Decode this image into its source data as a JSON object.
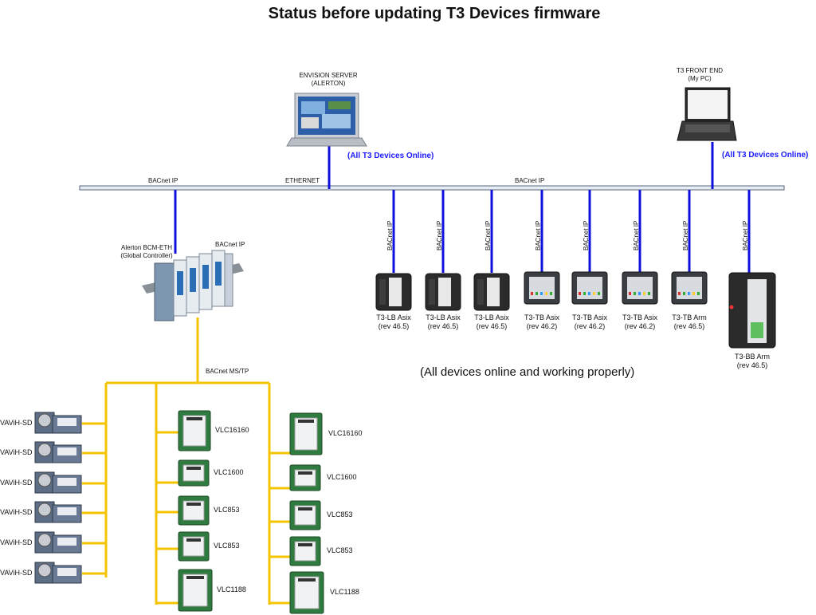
{
  "title": "Status before updating  T3 Devices firmware",
  "server": {
    "line1": "ENVISION SERVER",
    "line2": "(ALERTON)",
    "status": "(All T3 Devices Online)"
  },
  "frontend": {
    "line1": "T3 FRONT END",
    "line2": "(My PC)",
    "status": "(All T3 Devices Online)"
  },
  "backbone": {
    "left_label": "BACnet IP",
    "mid_label": "ETHERNET",
    "right_label": "BACnet IP"
  },
  "controller": {
    "line1": "Alerton BCM-ETH",
    "line2": "(Global Controller)",
    "net_label": "BACnet IP",
    "mstp_label": "BACnet MS/TP"
  },
  "t3_link_label": "BACnet IP",
  "t3_devices": [
    {
      "name": "T3-LB Asix",
      "rev": "(rev 46.5)"
    },
    {
      "name": "T3-LB Asix",
      "rev": "(rev 46.5)"
    },
    {
      "name": "T3-LB Asix",
      "rev": "(rev 46.5)"
    },
    {
      "name": "T3-TB Asix",
      "rev": "(rev 46.2)"
    },
    {
      "name": "T3-TB Asix",
      "rev": "(rev 46.2)"
    },
    {
      "name": "T3-TB Asix",
      "rev": "(rev 46.2)"
    },
    {
      "name": "T3-TB Arm",
      "rev": "(rev 46.5)"
    },
    {
      "name": "T3-BB Arm",
      "rev": "(rev 46.5)"
    }
  ],
  "status_note": "(All devices online and working properly)",
  "vav_label": "VAViH-SD",
  "vlc_col1": [
    "VLC16160",
    "VLC1600",
    "VLC853",
    "VLC853",
    "VLC1188"
  ],
  "vlc_col2": [
    "VLC16160",
    "VLC1600",
    "VLC853",
    "VLC853",
    "VLC1188"
  ],
  "colors": {
    "ethernet": "#1010dd",
    "mstp": "#f5c400",
    "backbone": "#e6edf5"
  }
}
